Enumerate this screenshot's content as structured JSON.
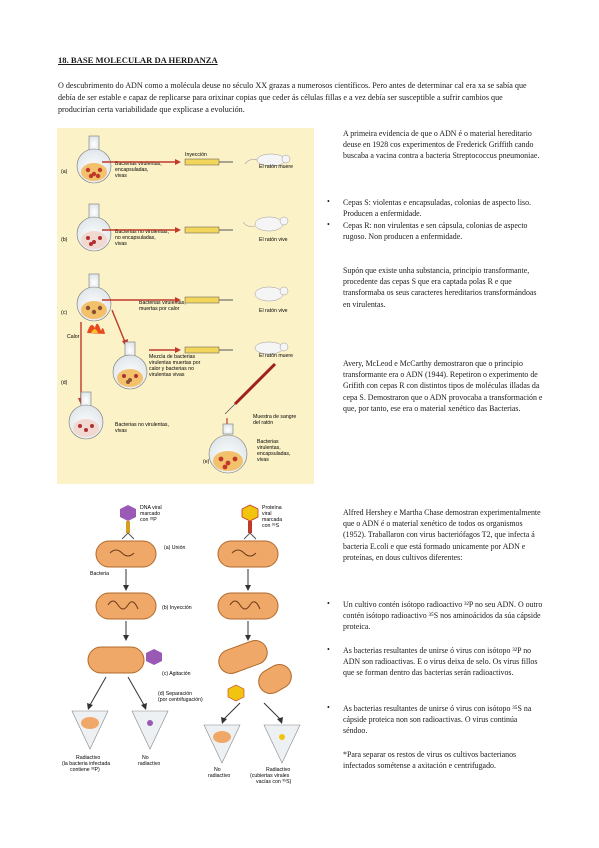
{
  "heading": "18. BASE MOLECULAR DA HERDANZA",
  "intro": "O descubrimento do ADN como a molécula deuse no século XX grazas a numerosos científicos. Pero antes de determinar cal era xa se sabía que debía de ser estable e capaz de replicarse para orixinar copias que ceder ás células fillas e a vez debía ser susceptible a sufrir cambios que producirían certa variabilidade que explicase a evolución.",
  "griffith": {
    "p1": "A primeira evidencia de que o ADN é o material hereditario deuse en 1928 cos experimentos de Frederick Griffith cando buscaba a vacina contra a bacteria Streptococcus pneumoniae.",
    "bullets": [
      "Cepas S: violentas e encapsuladas, colonias de aspecto liso. Producen a enfermidade.",
      "Cepas R: non virulentas e sen cápsula, colonias de aspecto rugoso. Non producen a enfermidade."
    ],
    "p2": "Supón que existe unha substancia, principio transformante, procedente das cepas S que era captada polas R e que transformaba os seus caracteres hereditarios transformándoas en virulentas.",
    "p3": "Avery, McLeod e McCarthy demostraron que o principio transformante era o ADN (1944). Repetiron o experimento de Grifith con cepas R con distintos tipos de moléculas illadas da cepa S. Demostraron que o ADN provocaba a transformación e que, por tanto, ese era o material xenético das Bacterias."
  },
  "hershey": {
    "p1": "Alfred Hershey e Martha Chase demostran experimentalmente que o ADN é o material xenético de todos os organismos (1952). Traballaron con virus bacteriófagos T2, que infecta á bacteria E.coli e que está formado unicamente por ADN e proteínas, en dous cultivos diferentes:",
    "bullets": [
      "Un cultivo contén isótopo radioactivo ³²P no seu ADN. O outro contén isótopo radioactivo ³⁵S nos aminoácidos da súa cápside proteica.",
      "As bacterias resultantes de unirse ó virus con isótopo ³²P no ADN son radioactivas. E o virus deixa de selo. Os virus fillos que se forman dentro das bacterias serán radioactivos.",
      "As bacterias resultantes de unirse ó virus con isótopo ³⁵S na cápside proteica non son radioactivas. O virus continúa séndoo."
    ],
    "note": "*Para separar os restos de virus os cultivos bacterianos infectados sométense a axitación e centrifugado."
  },
  "fig1": {
    "labels": {
      "a": "(a)",
      "b": "(b)",
      "c": "(c)",
      "d": "(d)",
      "e": "(e)",
      "a_bact": "Bacterias virulentas, encapsuladas, vivas",
      "inj": "Inyección",
      "dead": "El ratón muere",
      "b_bact": "Bacterias no virulentas, no encapsuladas, vivas",
      "lives": "El ratón vive",
      "c_bact": "Bacterias virulentas, muertas por calor",
      "c_lives": "El ratón vive",
      "heat": "Calor",
      "d_mix": "Mezcla de bacterias virulentas muertas por calor y bacterias no virulentas vivas",
      "d_dead": "El ratón muere",
      "d_bact": "Bacterias no virulentas, vivas",
      "blood": "Muestra de sangre del ratón",
      "e_bact": "Bacterias virulentas, encapsuladas, vivas"
    }
  },
  "fig2": {
    "labels": {
      "dna": "DNA viral marcado con ³²P",
      "prot": "Proteína viral marcada con ³⁵S",
      "union": "(a) Unión",
      "bact": "Bacteria",
      "inyec": "(b) Inyección",
      "agit": "(c) Agitación",
      "sep": "(d) Separación (por centrifugación)",
      "r1": "Radiactivo (la bacteria infectada contiene ³²P)",
      "n1": "No radiactivo",
      "n2": "No radiactivo",
      "r2": "Radiactivo (cubiertas virales vacías con ³⁵S)"
    }
  },
  "colors": {
    "figbg": "#fcf2c8",
    "bacteria": "#f0a868",
    "red": "#c0392b",
    "capsid": "#e8c020",
    "arrow": "#c0392b"
  }
}
